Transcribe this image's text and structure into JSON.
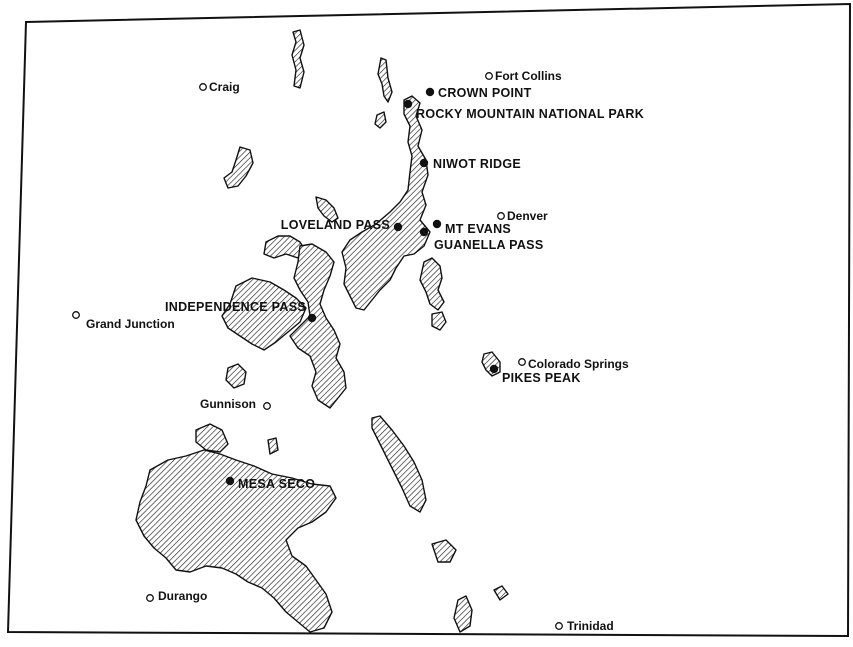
{
  "sites": [
    {
      "id": "crown-point",
      "label": "CROWN POINT"
    },
    {
      "id": "rocky-mountain-national-park",
      "label": "ROCKY MOUNTAIN NATIONAL PARK"
    },
    {
      "id": "niwot-ridge",
      "label": "NIWOT RIDGE"
    },
    {
      "id": "loveland-pass",
      "label": "LOVELAND PASS"
    },
    {
      "id": "mt-evans",
      "label": "MT EVANS"
    },
    {
      "id": "guanella-pass",
      "label": "GUANELLA PASS"
    },
    {
      "id": "independence-pass",
      "label": "INDEPENDENCE PASS"
    },
    {
      "id": "pikes-peak",
      "label": "PIKES PEAK"
    },
    {
      "id": "mesa-seco",
      "label": "MESA SECO"
    }
  ],
  "towns": [
    {
      "id": "fort-collins",
      "label": "Fort Collins"
    },
    {
      "id": "craig",
      "label": "Craig"
    },
    {
      "id": "denver",
      "label": "Denver"
    },
    {
      "id": "grand-junction",
      "label": "Grand Junction"
    },
    {
      "id": "colorado-springs",
      "label": "Colorado Springs"
    },
    {
      "id": "gunnison",
      "label": "Gunnison"
    },
    {
      "id": "durango",
      "label": "Durango"
    },
    {
      "id": "trinidad",
      "label": "Trinidad"
    }
  ]
}
